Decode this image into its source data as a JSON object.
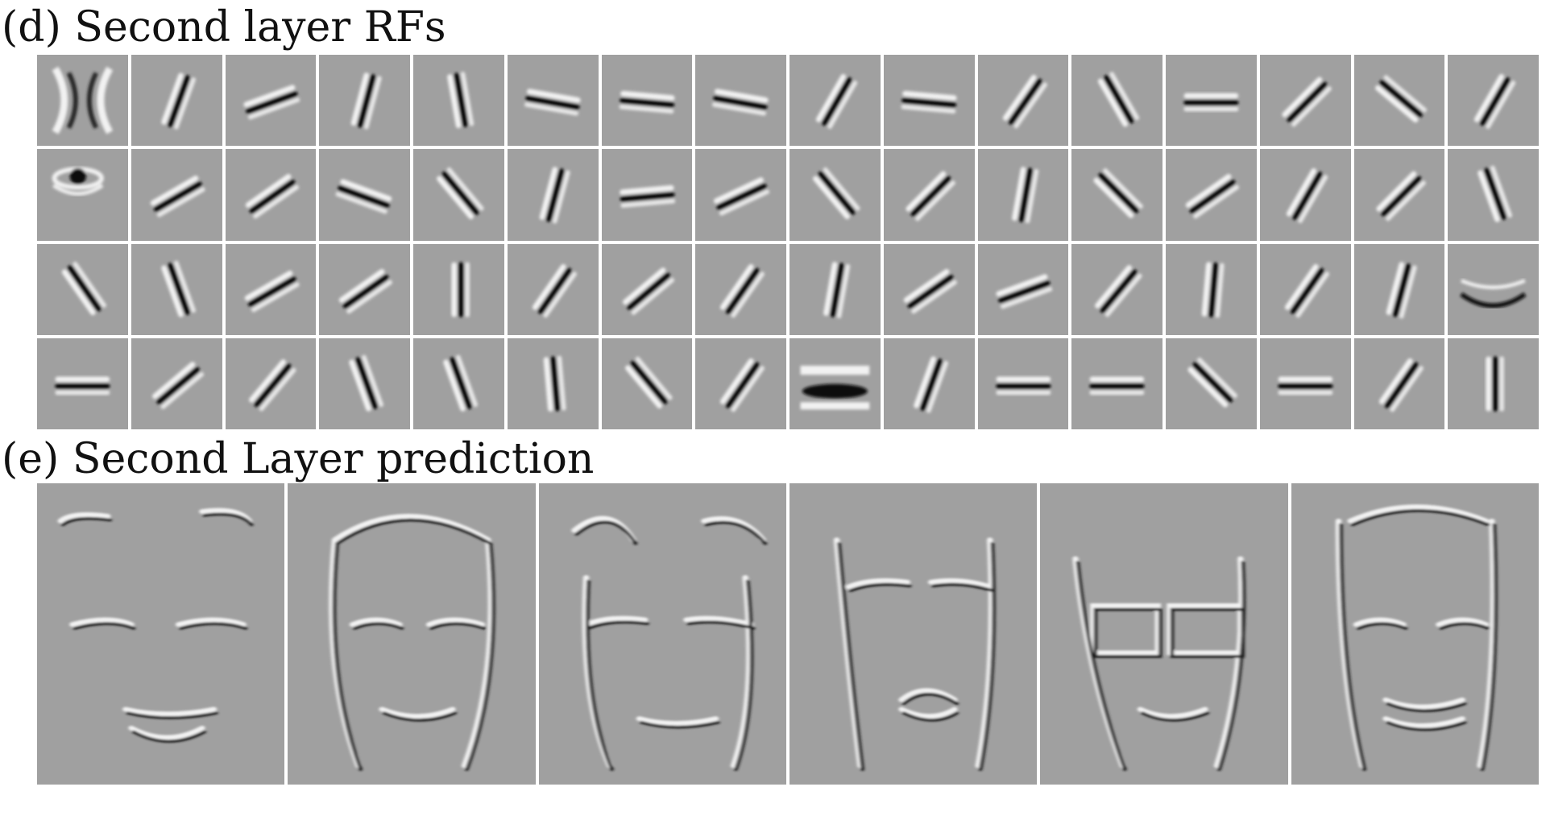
{
  "figure": {
    "panel_d": {
      "label": "(d) Second layer RFs",
      "rows": 4,
      "cols": 16
    },
    "panel_e": {
      "label": "(e) Second Layer prediction",
      "count": 6
    }
  },
  "colors": {
    "background": "#ffffff",
    "tile_gray": "#a0a0a0",
    "dark": "#111111",
    "light": "#f2f2f2"
  }
}
